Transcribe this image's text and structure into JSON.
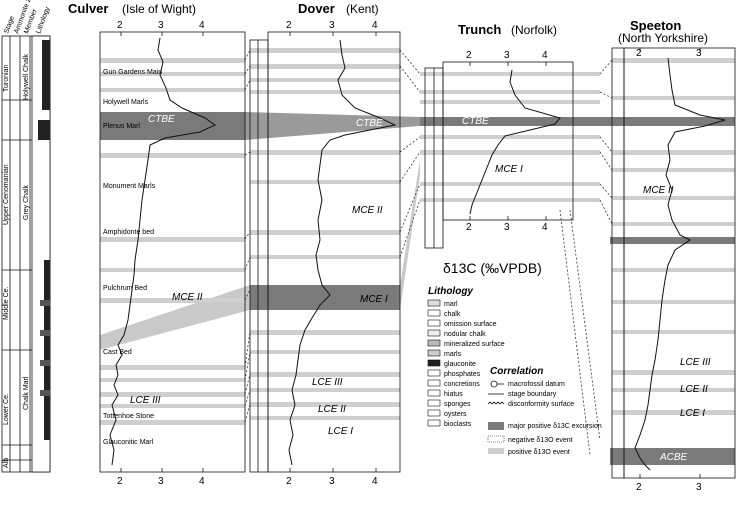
{
  "sections": [
    {
      "name": "Culver",
      "location": "(Isle of Wight)",
      "ticks": [
        "2",
        "3",
        "4"
      ]
    },
    {
      "name": "Dover",
      "location": "(Kent)",
      "ticks": [
        "2",
        "3",
        "4"
      ]
    },
    {
      "name": "Trunch",
      "location": "(Norfolk)",
      "ticks": [
        "2",
        "3",
        "4"
      ]
    },
    {
      "name": "Speeton",
      "location": "(North Yorkshire)",
      "ticks": [
        "2",
        "3"
      ]
    }
  ],
  "column_headers": [
    "Stage",
    "Ammonite zone",
    "Member",
    "Lithology"
  ],
  "stage_labels": [
    "Turonian",
    "Upper Cenomanian",
    "Middle Ce.",
    "Lower Ce.",
    "Alb"
  ],
  "member_labels": [
    "Holywell Chalk",
    "Grey Chalk",
    "Chalk Marl"
  ],
  "events": {
    "ctbe": "CTBE",
    "mce2": "MCE II",
    "mce1": "MCE I",
    "lce3": "LCE III",
    "lce2": "LCE II",
    "lce1": "LCE I",
    "acbe": "ACBE"
  },
  "marker_labels": [
    "Gun Gardens Main",
    "Holywell Marls",
    "Plenus Marl",
    "Monument Marls",
    "Amphidonte bed",
    "Pulchrum Bed",
    "Cast Bed",
    "Tottenhoe Stone",
    "Glauconitic Marl"
  ],
  "axis_label": "δ13C (‰VPDB)",
  "legend": {
    "lithology_title": "Lithology",
    "lithology": [
      "marl",
      "chalk",
      "omission surface",
      "nodular chalk",
      "mineralized surface",
      "marls",
      "glauconite",
      "phosphates",
      "concretions",
      "hiatus",
      "sponges",
      "oysters",
      "bioclasts"
    ],
    "correlation_title": "Correlation",
    "correlation": [
      "macrofossil datum",
      "stage boundary",
      "disconformity surface"
    ],
    "bands": [
      "major positive δ13C excursion",
      "negative δ13O event",
      "positive δ13O event"
    ]
  },
  "colors": {
    "line": "#111111",
    "band_dark": "#7a7a7a",
    "band_light": "#c9c9c9",
    "bg": "#ffffff"
  }
}
